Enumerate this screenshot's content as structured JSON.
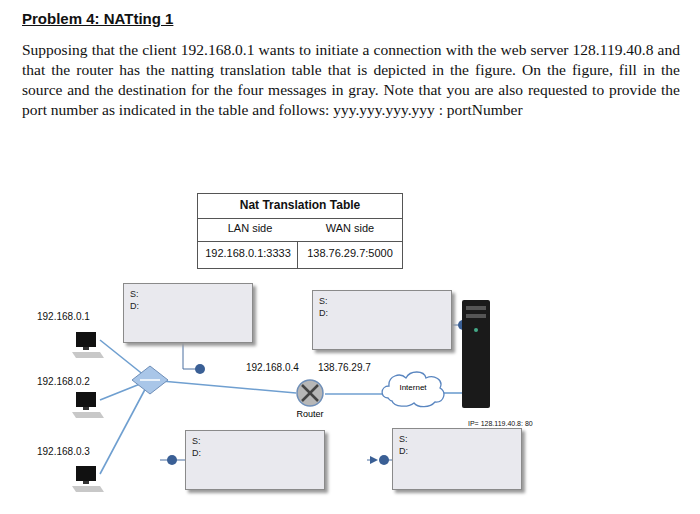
{
  "diagram": {
    "title": "Problem 4: NATting 1",
    "nodes": [
      {
        "text": [
          "S:",
          "D:"
        ]
      },
      {
        "text": [
          "S:",
          "D:"
        ]
      },
      {
        "text": [
          "S:",
          "D:"
        ]
      },
      {
        "text": [
          "S:",
          "D:"
        ]
      },
      {
        "text": [
          "Router"
        ]
      },
      {
        "text": [
          "Internet"
        ]
      }
    ],
    "edges": [
      {
        "from": 4,
        "to": 5,
        "arrow": "none"
      }
    ],
    "labels": [
      "Supposing that the client 192.168.0.1 wants to initiate a connection with the web server 128.119.40.8 and that the router has the natting translation table that is depicted in the figure. On the figure, fill in the source and the destination for the four messages in gray. Note that you are also requested to provide the port number as indicated in the table and follows: yyy.yyy.yyy.yyy : portNumber",
      "Nat Translation Table",
      "LAN side",
      "WAN side",
      "192.168.0.1:3333",
      "138.76.29.7:5000",
      "192.168.0.1",
      "192.168.0.2",
      "192.168.0.3",
      "192.168.0.4",
      "138.76.29.7",
      "IP= 128.119.40.8: 80"
    ]
  }
}
